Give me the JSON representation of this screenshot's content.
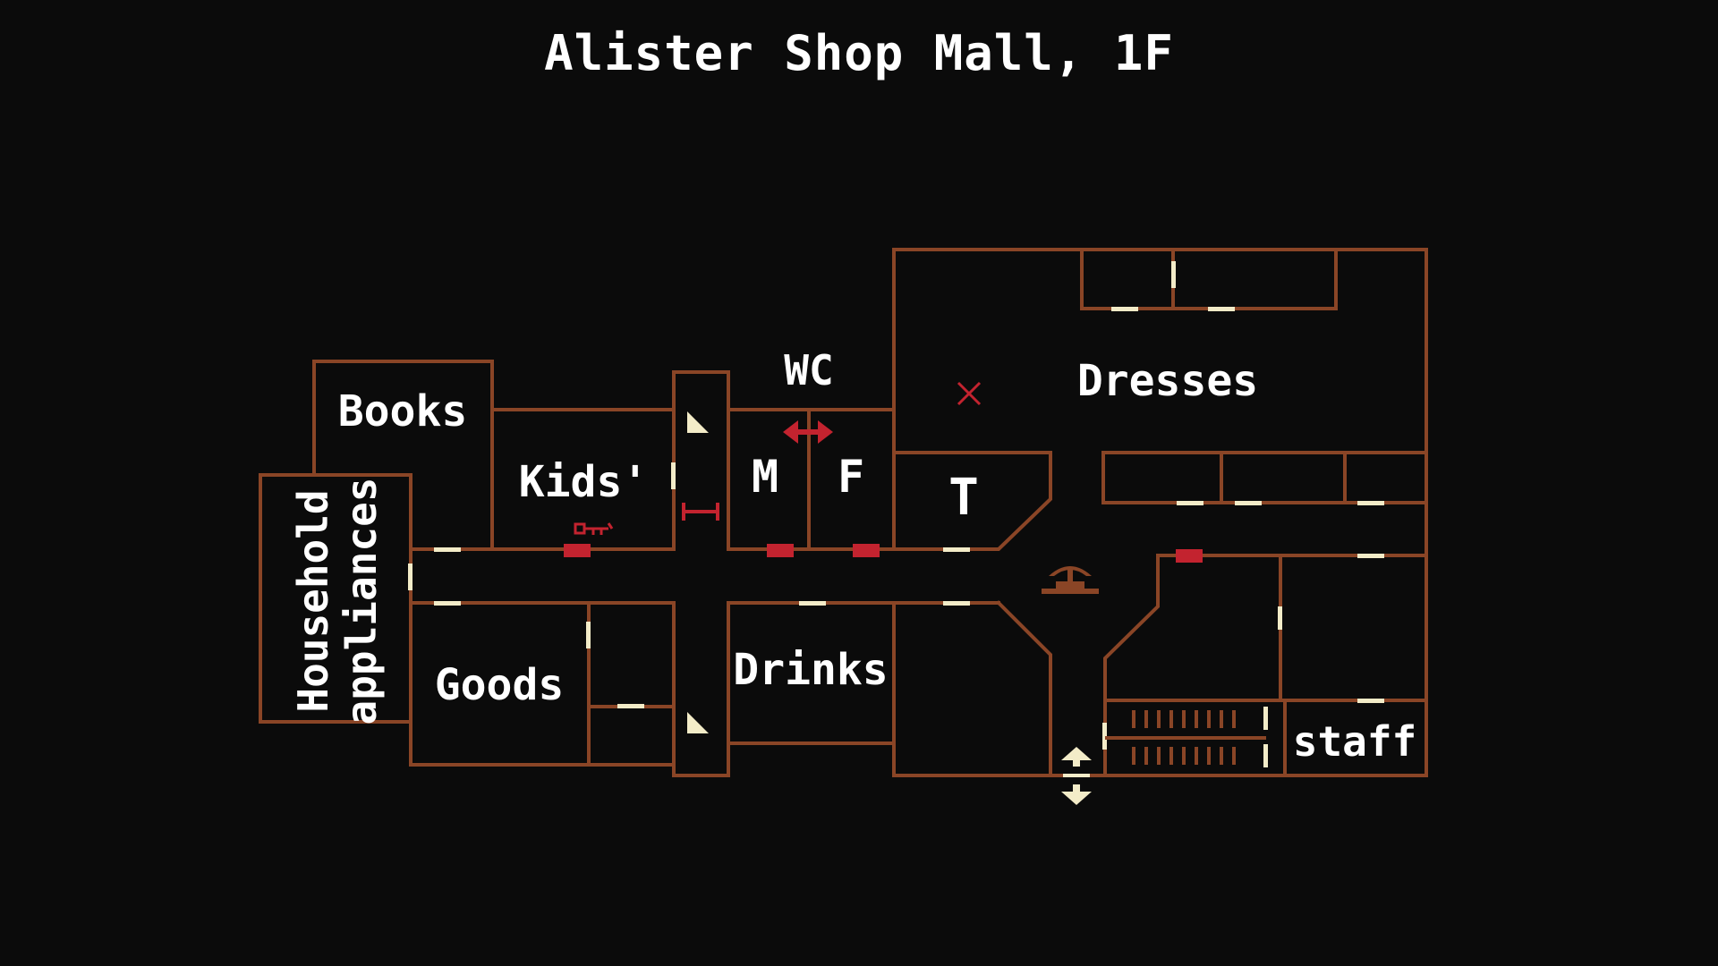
{
  "title": "Alister Shop Mall, 1F",
  "colors": {
    "background": "#0b0b0b",
    "wall": "#8a4526",
    "door": "#f3ecc8",
    "locked_door": "#c3232f",
    "marker": "#c3232f",
    "label": "#ffffff",
    "fountain": "#8a4526"
  },
  "rooms": {
    "books": "Books",
    "kids": "Kids'",
    "household_line1": "Household",
    "household_line2": "appliances",
    "goods": "Goods",
    "wc": "WC",
    "wc_male": "M",
    "wc_female": "F",
    "drinks": "Drinks",
    "dresses": "Dresses",
    "t_room": "T",
    "staff": "staff"
  },
  "icons": {
    "key": "key-icon",
    "current_position": "x-marker-icon",
    "fountain": "fountain-icon",
    "exit": "exit-arrows-icon",
    "stairs": "stairs-icon",
    "elevator": "elevator-icon",
    "wc_passage": "double-arrow-icon",
    "barrier": "barrier-icon"
  }
}
